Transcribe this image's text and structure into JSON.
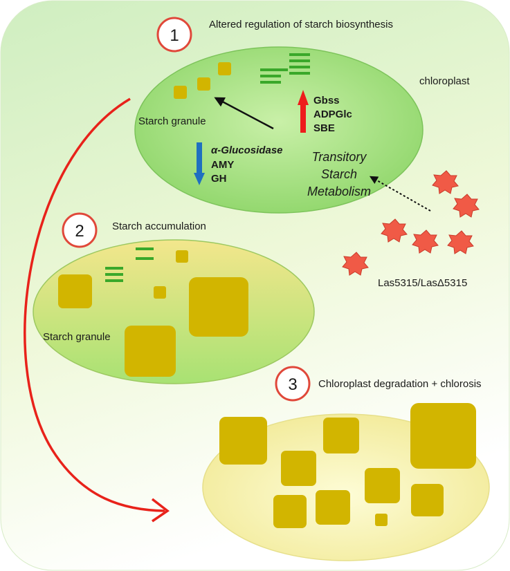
{
  "steps": [
    {
      "number": "1",
      "title": "Altered regulation of starch biosynthesis"
    },
    {
      "number": "2",
      "title": "Starch accumulation"
    },
    {
      "number": "3",
      "title": "Chloroplast degradation + chlorosis"
    }
  ],
  "labels": {
    "chloroplast": "chloroplast",
    "starch_granule_1": "Starch granule",
    "starch_granule_2": "Starch granule",
    "effector": "Las5315/LasΔ5315"
  },
  "upregulated": [
    "Gbss",
    "ADPGlc",
    "SBE"
  ],
  "downregulated": [
    "α-Glucosidase",
    "AMY",
    "GH"
  ],
  "metabolism": [
    "Transitory",
    "Starch",
    "Metabolism"
  ],
  "colors": {
    "up_arrow": "#ee1c1c",
    "down_arrow": "#1f6fc0",
    "granule": "#d2b500",
    "lamella": "#3aa82a",
    "effector_star": "#f05a46",
    "curve_arrow": "#e8221a",
    "step_circle": "#e0483a"
  }
}
